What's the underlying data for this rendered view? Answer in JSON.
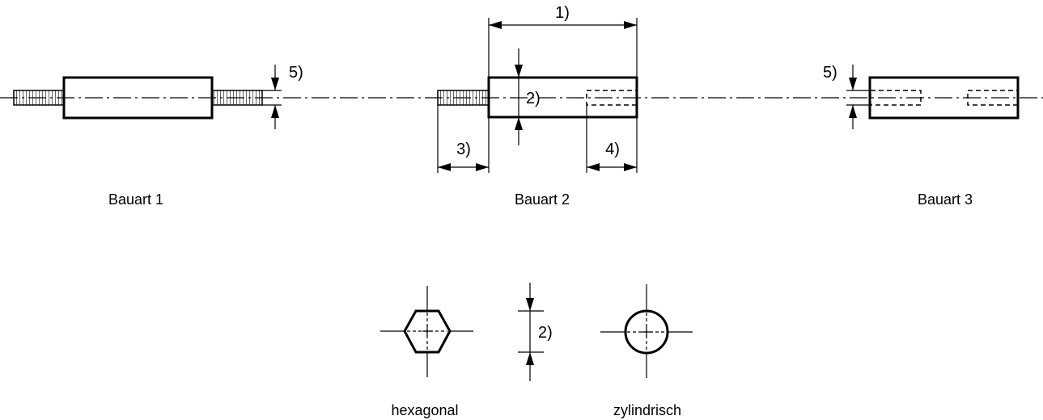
{
  "labels": {
    "dim_1": "1)",
    "dim_2": "2)",
    "dim_3": "3)",
    "dim_4": "4)",
    "dim_5": "5)",
    "bauart_1": "Bauart 1",
    "bauart_2": "Bauart 2",
    "bauart_3": "Bauart 3",
    "hexagonal": "hexagonal",
    "zylindrisch": "zylindrisch"
  }
}
